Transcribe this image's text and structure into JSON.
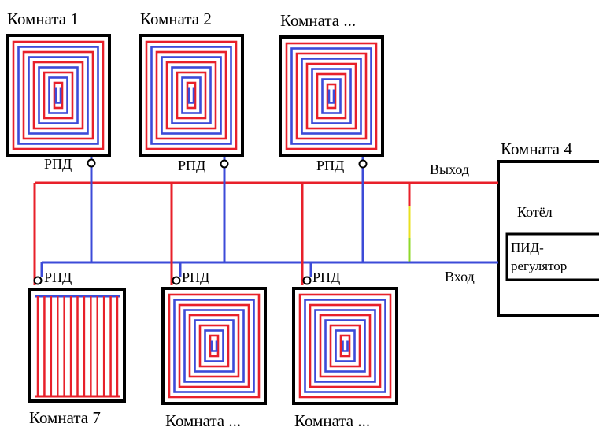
{
  "rooms_top": [
    {
      "title": "Комната 1",
      "valve": "РПД"
    },
    {
      "title": "Комната 2",
      "valve": "РПД"
    },
    {
      "title": "Комната ...",
      "valve": "РПД"
    }
  ],
  "rooms_bottom": [
    {
      "title": "Комната 7",
      "valve": "РПД"
    },
    {
      "title": "Комната ...",
      "valve": "РПД"
    },
    {
      "title": "Комната ...",
      "valve": "РПД"
    }
  ],
  "boiler_room": {
    "title": "Комната 4",
    "boiler": "Котёл",
    "pid_line1": "ПИД-",
    "pid_line2": "регулятор",
    "outlet": "Выход",
    "inlet": "Вход"
  },
  "colors": {
    "supply": "#e8202a",
    "return": "#3c4bd8",
    "bypass_yellow": "#e8e020",
    "bypass_green": "#8fd82a",
    "frame": "#000000"
  }
}
